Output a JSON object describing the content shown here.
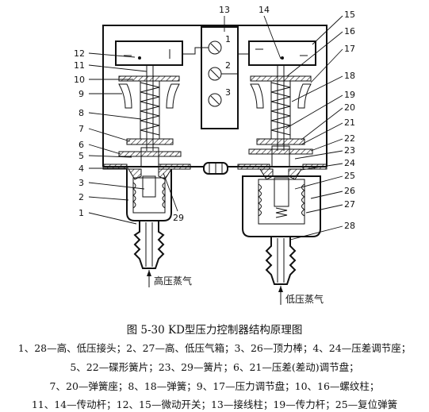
{
  "labels": {
    "l1": "1",
    "l2": "2",
    "l3": "3",
    "l4": "4",
    "l5": "5",
    "l6": "6",
    "l7": "7",
    "l8": "8",
    "l9": "9",
    "l10": "10",
    "l11": "11",
    "l12": "12",
    "l13": "13",
    "l14": "14",
    "l15": "15",
    "l16": "16",
    "l17": "17",
    "l18": "18",
    "l19": "19",
    "l20": "20",
    "l21": "21",
    "l22": "22",
    "l23": "23",
    "l24": "24",
    "l25": "25",
    "l26": "26",
    "l27": "27",
    "l28": "28",
    "l29": "29"
  },
  "terminal_numbers": [
    "1",
    "2",
    "3"
  ],
  "inlets": {
    "high": "高压蒸气",
    "low": "低压蒸气"
  },
  "caption": {
    "title": "图 5-30   KD型压力控制器结构原理图",
    "legend": [
      "1、28—高、低压接头；2、27—高、低压气箱；3、26—顶力棒；4、24—压差调节座；",
      "5、22—碟形簧片；23、29—簧片；6、21—压差(差动)调节盘；",
      "7、20—弹簧座；8、18—弹簧；9、17—压力调节盘；10、16—螺纹柱；",
      "11、14—传动杆；12、15—微动开关；13—接线柱；19—传力杆；25—复位弹簧"
    ]
  }
}
